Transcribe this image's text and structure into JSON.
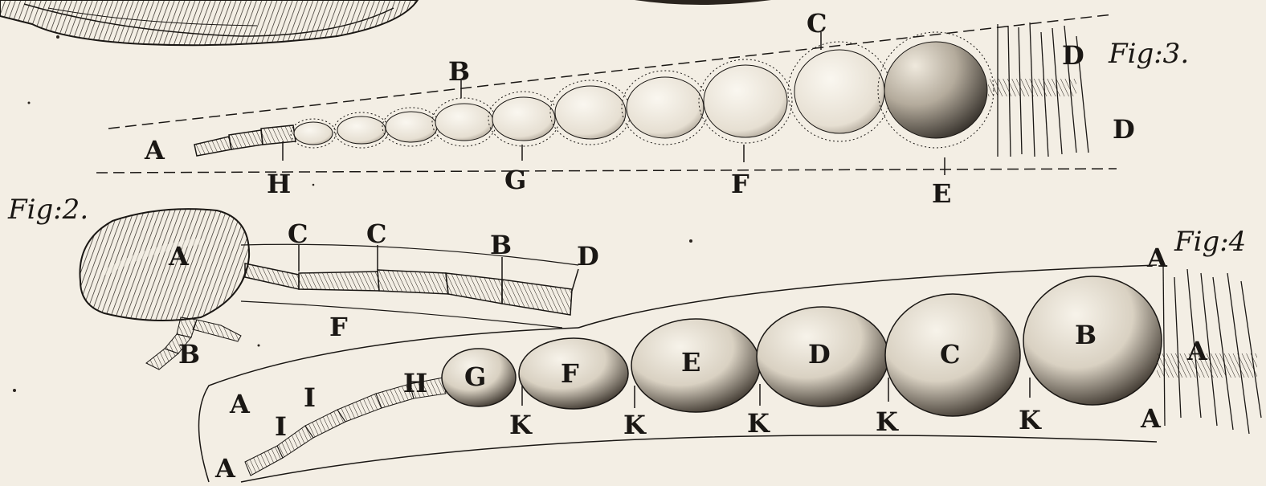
{
  "plate": {
    "ink": "#1a1714",
    "paper": "#f3eee4",
    "figures": [
      {
        "id": "fig3",
        "caption": "Fig:3."
      },
      {
        "id": "fig2",
        "caption": "Fig:2."
      },
      {
        "id": "fig4",
        "caption": "Fig:4"
      }
    ],
    "labels": {
      "fig3": [
        "A",
        "B",
        "C",
        "D",
        "D",
        "H",
        "G",
        "F",
        "E"
      ],
      "fig2": [
        "A",
        "C",
        "C",
        "B",
        "D",
        "F",
        "B"
      ],
      "fig4": [
        "A",
        "B",
        "A",
        "A",
        "A",
        "A",
        "I",
        "I",
        "H",
        "G",
        "F",
        "E",
        "D",
        "C",
        "K",
        "K",
        "K",
        "K",
        "K"
      ]
    }
  }
}
